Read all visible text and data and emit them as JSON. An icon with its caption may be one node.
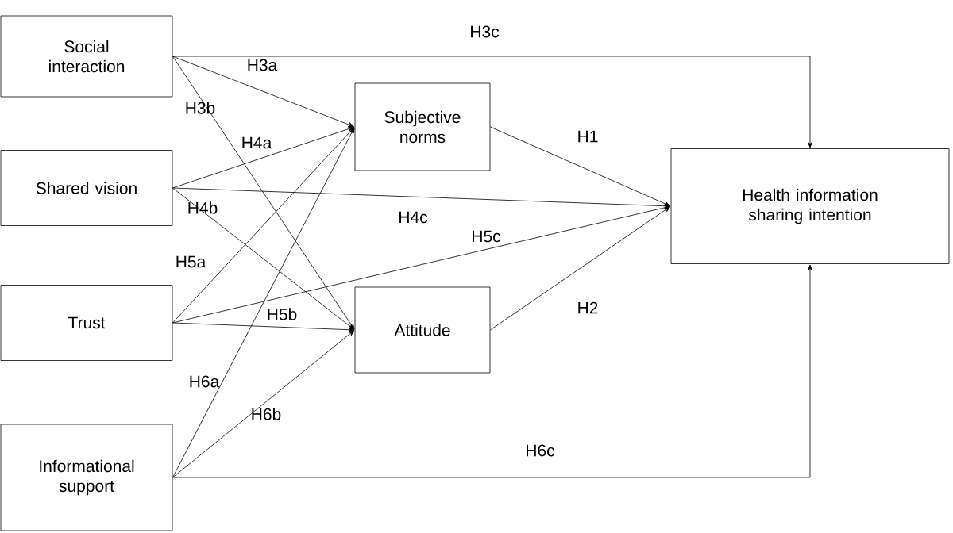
{
  "diagram": {
    "nodes": [
      {
        "text": [
          "Social interaction"
        ]
      },
      {
        "text": [
          "Shared vision"
        ]
      },
      {
        "text": [
          "Trust"
        ]
      },
      {
        "text": [
          "Informational support"
        ]
      },
      {
        "text": [
          "Subjective norms"
        ]
      },
      {
        "text": [
          "Attitude"
        ]
      },
      {
        "text": [
          "Health information sharing intention"
        ]
      }
    ],
    "edges": [
      {
        "from": 0,
        "to": 4,
        "arrow": "to",
        "label": "H3a"
      },
      {
        "from": 0,
        "to": 5,
        "arrow": "to",
        "label": "H3b"
      },
      {
        "from": 0,
        "to": 6,
        "arrow": "to",
        "label": "H3c"
      },
      {
        "from": 1,
        "to": 4,
        "arrow": "to",
        "label": "H4a"
      },
      {
        "from": 1,
        "to": 5,
        "arrow": "to",
        "label": "H4b"
      },
      {
        "from": 1,
        "to": 6,
        "arrow": "to",
        "label": "H4c"
      },
      {
        "from": 2,
        "to": 4,
        "arrow": "to",
        "label": "H5a"
      },
      {
        "from": 2,
        "to": 5,
        "arrow": "to",
        "label": "H5b"
      },
      {
        "from": 2,
        "to": 6,
        "arrow": "to",
        "label": "H5c"
      },
      {
        "from": 3,
        "to": 4,
        "arrow": "to",
        "label": "H6a"
      },
      {
        "from": 3,
        "to": 5,
        "arrow": "to",
        "label": "H6b"
      },
      {
        "from": 3,
        "to": 6,
        "arrow": "to",
        "label": "H6c"
      },
      {
        "from": 4,
        "to": 6,
        "arrow": "to",
        "label": "H1"
      },
      {
        "from": 5,
        "to": 6,
        "arrow": "to",
        "label": "H2"
      }
    ]
  }
}
